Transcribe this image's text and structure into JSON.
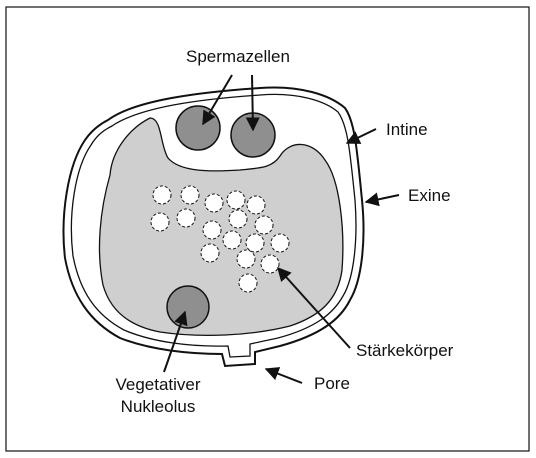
{
  "diagram": {
    "labels": {
      "sperm_cells": "Spermazellen",
      "intine": "Intine",
      "exine": "Exine",
      "starch": "Stärkekörper",
      "pore": "Pore",
      "nucleolus_line1": "Vegetativer",
      "nucleolus_line2": "Nukleolus"
    },
    "colors": {
      "cytoplasm": "#cfcfcf",
      "cell_fill": "#8f8f8f",
      "wall": "#ffffff",
      "stroke": "#111111"
    }
  }
}
